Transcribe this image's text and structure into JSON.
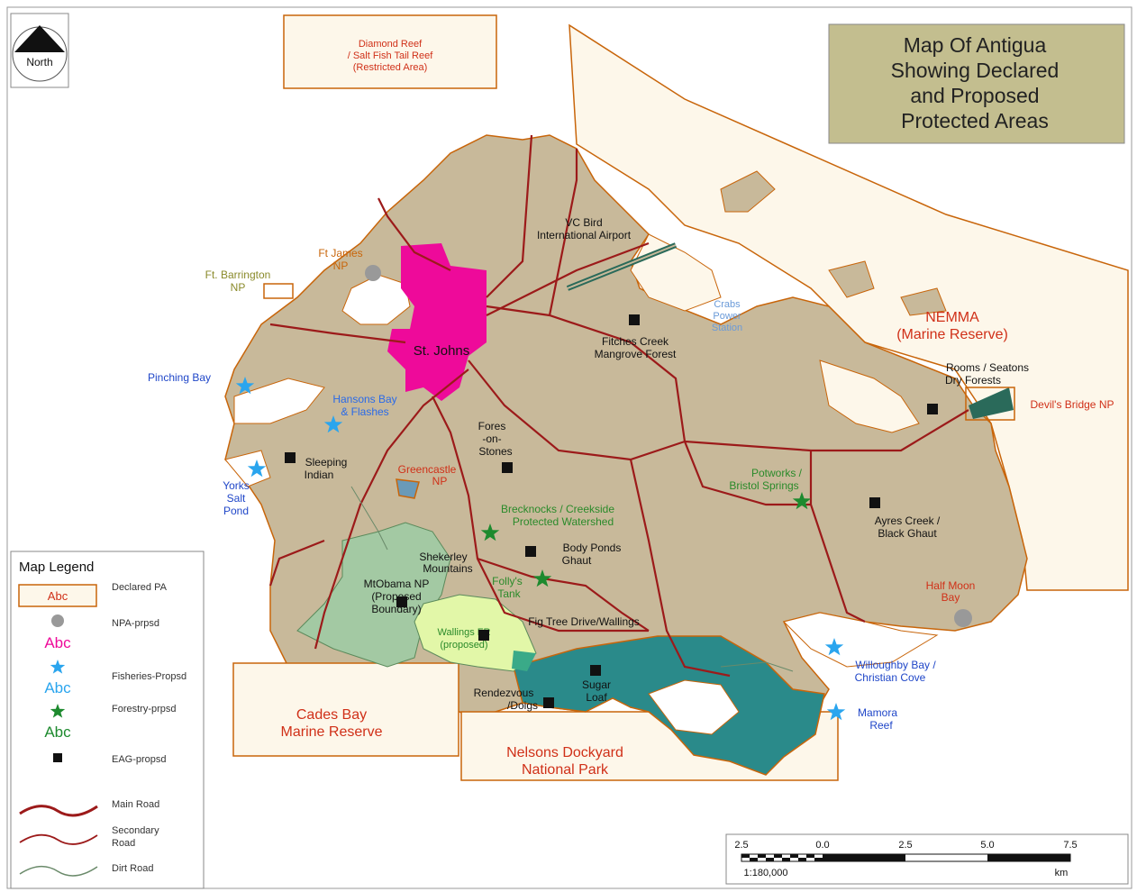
{
  "title": [
    "Map Of Antigua",
    "Showing Declared",
    "and Proposed",
    "Protected Areas"
  ],
  "north_label": "North",
  "colors": {
    "land": "#c8b99a",
    "marine_reserve": "#fdf7ea",
    "coast_outline": "#c8650a",
    "main_road": "#9c1a1a",
    "pink_area": "#ee0a9a",
    "dockyard": "#2a8a8a",
    "forest_green": "#a3c9a3",
    "light_green": "#e2f7a8",
    "star_blue": "#2aa5ee",
    "star_green": "#1d8a2e",
    "text_red": "#d03018",
    "text_blue": "#1f46c8",
    "text_green": "#2a8a2a",
    "text_olive": "#8a8a2a",
    "title_box": "#c3be8f"
  },
  "areas": {
    "diamond_reef": [
      "Diamond Reef",
      "/ Salt Fish Tail Reef",
      "(Restricted Area)"
    ],
    "nemma": [
      "NEMMA",
      "(Marine Reserve)"
    ],
    "cades_bay": [
      "Cades Bay",
      "Marine Reserve"
    ],
    "nelsons": [
      "Nelsons Dockyard",
      "National Park"
    ],
    "st_johns": "St. Johns",
    "devils_bridge": "Devil's Bridge NP",
    "half_moon": [
      "Half Moon",
      "Bay"
    ],
    "ft_james": [
      "Ft James",
      "NP"
    ],
    "ft_barrington": [
      "Ft. Barrington",
      "NP"
    ],
    "greencastle": [
      "Greencastle",
      "NP"
    ]
  },
  "places": {
    "vc_bird": [
      "VC Bird",
      "International Airport"
    ],
    "fitches": [
      "Fitches Creek",
      "Mangrove Forest"
    ],
    "crabs": [
      "Crabs",
      "Power",
      "Station"
    ],
    "rooms": [
      "Rooms / Seatons",
      "Dry Forests"
    ],
    "pinching": "Pinching Bay",
    "hansons": [
      "Hansons Bay",
      "& Flashes"
    ],
    "sleeping": [
      "Sleeping",
      "Indian"
    ],
    "yorks": [
      "Yorks",
      "Salt",
      "Pond"
    ],
    "fores": [
      "Fores",
      "-on-",
      "Stones"
    ],
    "potworks": [
      "Potworks /",
      "Bristol Springs"
    ],
    "ayres": [
      "Ayres Creek /",
      "Black Ghaut"
    ],
    "brecknocks": [
      "Brecknocks / Creekside",
      "Protected Watershed"
    ],
    "body_ponds": [
      "Body Ponds",
      "Ghaut"
    ],
    "shekerley": [
      "Shekerley",
      "Mountains"
    ],
    "mtobama": [
      "MtObama NP",
      "(Proposed",
      "Boundary)"
    ],
    "follys": [
      "Folly's",
      "Tank"
    ],
    "wallings": [
      "Wallings FR",
      "(proposed)"
    ],
    "fig_tree": "Fig Tree Drive/Wallings",
    "rendezvous": [
      "Rendezvous",
      "/Doigs"
    ],
    "sugar_loaf": [
      "Sugar",
      "Loaf"
    ],
    "willoughby": [
      "Willoughby Bay /",
      "Christian Cove"
    ],
    "mamora": [
      "Mamora",
      "Reef"
    ]
  },
  "legend": {
    "title": "Map Legend",
    "sample": "Abc",
    "items": [
      "Declared PA",
      "NPA-prpsd",
      "Fisheries-Propsd",
      "Forestry-prpsd",
      "EAG-propsd",
      "Main Road",
      "Secondary",
      "Road",
      "Dirt Road"
    ]
  },
  "scale": {
    "ticks": [
      "2.5",
      "0.0",
      "2.5",
      "5.0",
      "7.5"
    ],
    "ratio": "1:180,000",
    "unit": "km"
  }
}
